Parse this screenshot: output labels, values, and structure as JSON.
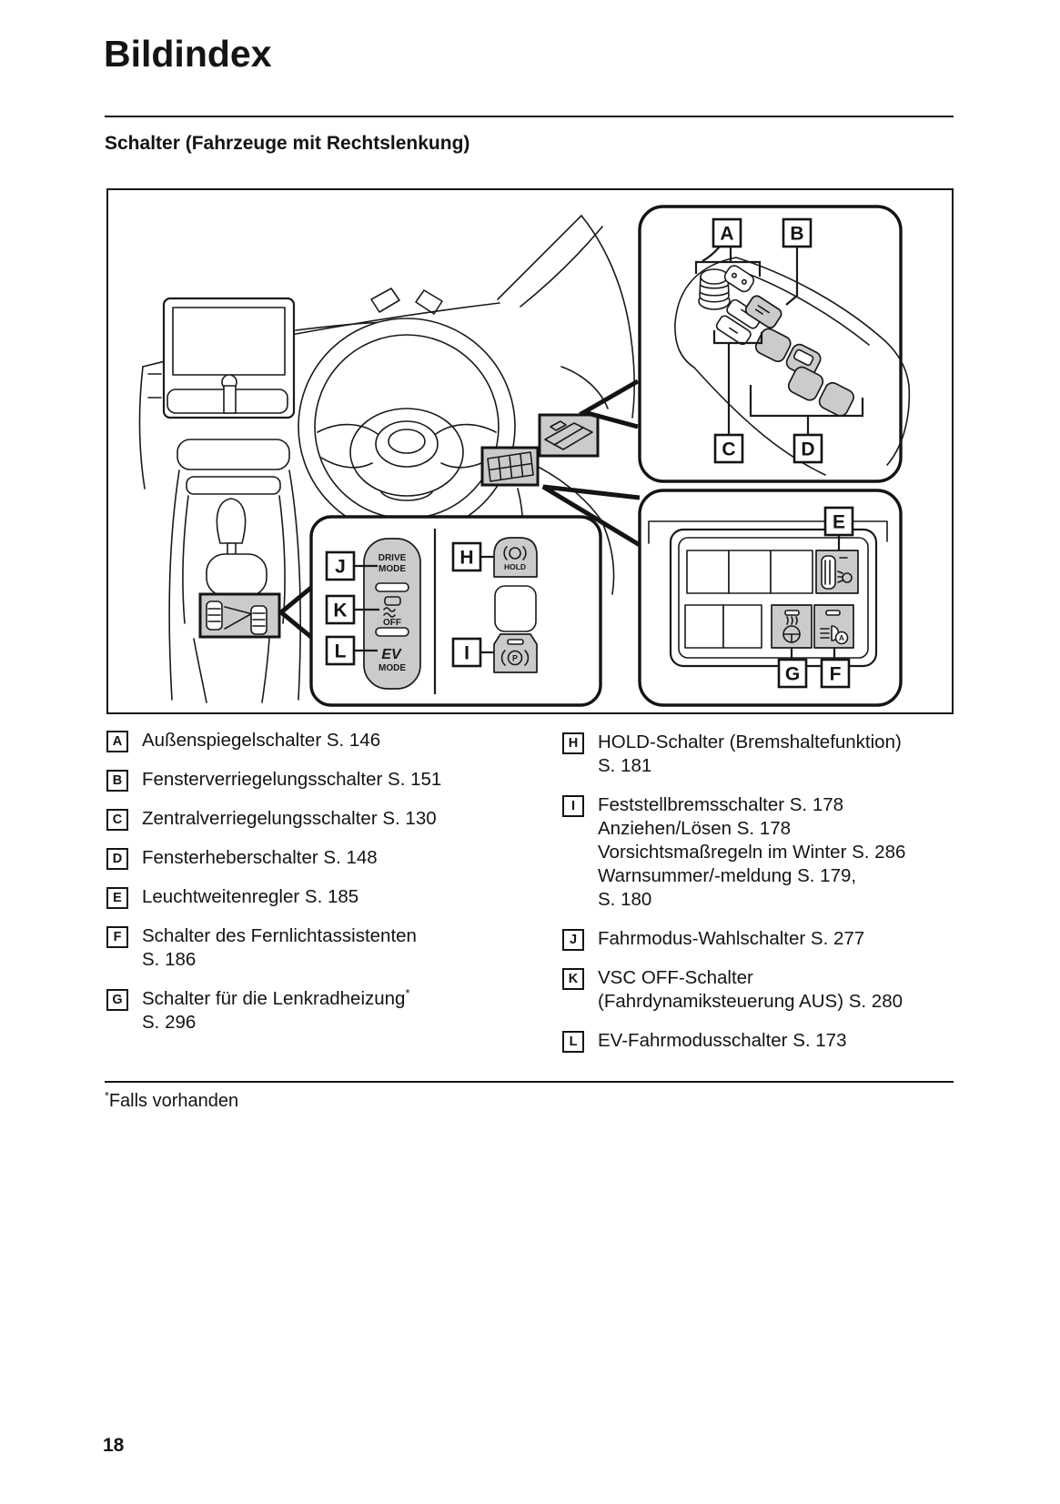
{
  "page": {
    "title": "Bildindex",
    "subtitle": "Schalter (Fahrzeuge mit Rechtslenkung)",
    "footnote_marker": "*",
    "footnote": "Falls vorhanden",
    "page_number": "18"
  },
  "diagram": {
    "callouts": {
      "a": "A",
      "b": "B",
      "c": "C",
      "d": "D",
      "e": "E",
      "f": "F",
      "g": "G",
      "h": "H",
      "i": "I",
      "j": "J",
      "k": "K",
      "l": "L"
    },
    "buttons": {
      "drive_line1": "DRIVE",
      "drive_line2": "MODE",
      "vsc_off": "OFF",
      "ev": "EV",
      "ev_mode": "MODE",
      "hold": "HOLD",
      "park": "P",
      "auto": "A"
    }
  },
  "legend": {
    "left": [
      {
        "letter": "A",
        "lines": [
          "Außenspiegelschalter S. 146"
        ]
      },
      {
        "letter": "B",
        "lines": [
          "Fensterverriegelungsschalter S. 151"
        ]
      },
      {
        "letter": "C",
        "lines": [
          "Zentralverriegelungsschalter S. 130"
        ]
      },
      {
        "letter": "D",
        "lines": [
          "Fensterheberschalter S. 148"
        ]
      },
      {
        "letter": "E",
        "lines": [
          "Leuchtweitenregler S. 185"
        ]
      },
      {
        "letter": "F",
        "lines": [
          "Schalter des Fernlichtassistenten",
          "S. 186"
        ]
      },
      {
        "letter": "G",
        "lines": [
          "Schalter für die Lenkradheizung*",
          "S. 296"
        ]
      }
    ],
    "right": [
      {
        "letter": "H",
        "lines": [
          "HOLD-Schalter (Bremshaltefunktion)",
          "S. 181"
        ]
      },
      {
        "letter": "I",
        "lines": [
          "Feststellbremsschalter S. 178",
          "Anziehen/Lösen S. 178",
          "Vorsichtsmaßregeln im Winter S. 286",
          "Warnsummer/-meldung S. 179,",
          "S. 180"
        ]
      },
      {
        "letter": "J",
        "lines": [
          "Fahrmodus-Wahlschalter S. 277"
        ]
      },
      {
        "letter": "K",
        "lines": [
          "VSC OFF-Schalter",
          "(Fahrdynamiksteuerung AUS) S. 280"
        ]
      },
      {
        "letter": "L",
        "lines": [
          "EV-Fahrmodusschalter S. 173"
        ]
      }
    ]
  }
}
